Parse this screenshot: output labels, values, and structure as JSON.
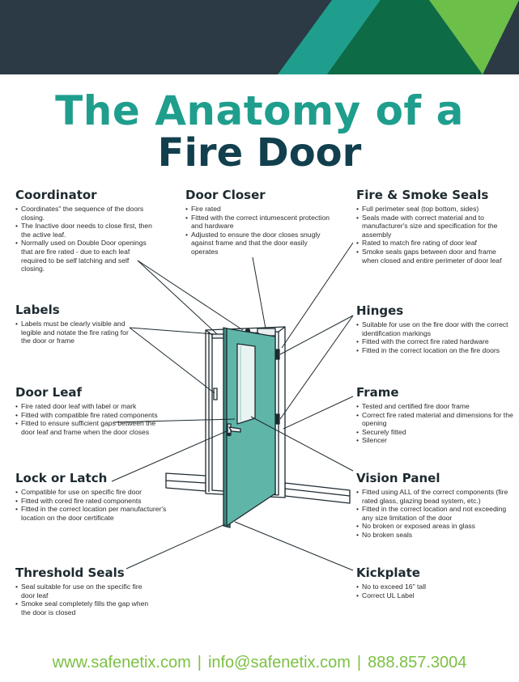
{
  "colors": {
    "teal": "#1f9e8d",
    "navy": "#123f4d",
    "green": "#7cc043",
    "header": "#2b3a44",
    "door": "#5fb5a8"
  },
  "title": {
    "line1": "The Anatomy of a",
    "line2": "Fire Door"
  },
  "sections": {
    "coordinator": {
      "heading": "Coordinator",
      "items": [
        "Coordinates\" the sequence of the doors closing.",
        "The Inactive door needs to close first, then the active leaf.",
        "Normally used on Double Door openings that are fire rated - due to each leaf required to be self latching and self closing."
      ]
    },
    "door_closer": {
      "heading": "Door Closer",
      "items": [
        "Fire rated",
        "Fitted with the correct intumescent protection and hardware",
        "Adjusted to ensure the door closes snugly against frame and that the door easily operates"
      ]
    },
    "fire_smoke_seals": {
      "heading": "Fire & Smoke Seals",
      "items": [
        "Full perimeter seal (top bottom, sides)",
        "Seals made with correct material and to manufacturer's size and specification for the assembly",
        "Rated to match fire rating of door leaf",
        "Smoke seals gaps between door and frame when closed and entire perimeter of door leaf"
      ]
    },
    "labels": {
      "heading": "Labels",
      "items": [
        "Labels must be clearly visible and legible and notate the fire rating for the door or frame"
      ]
    },
    "hinges": {
      "heading": "Hinges",
      "items": [
        "Suitable for use on the fire door with the correct identification markings",
        "Fitted with the correct fire rated hardware",
        "Fitted in the correct location on the fire doors"
      ]
    },
    "door_leaf": {
      "heading": "Door Leaf",
      "items": [
        "Fire rated door leaf with label or mark",
        "Fitted with compatible fire rated components",
        "Fitted to ensure sufficient gaps between the door leaf and frame when the door closes"
      ]
    },
    "frame": {
      "heading": "Frame",
      "items": [
        "Tested and certified fire door frame",
        "Correct fire rated material and dimensions for the opening",
        "Securely fitted",
        "Silencer"
      ]
    },
    "lock_latch": {
      "heading": "Lock or Latch",
      "items": [
        "Compatible for use on specific fire door",
        "Fitted with cored fire rated components",
        "Fitted in the correct location per manufacturer's location on the door certificate"
      ]
    },
    "vision_panel": {
      "heading": "Vision Panel",
      "items": [
        "Fitted using ALL of the correct components (fire rated glass, glazing bead system, etc.)",
        "Fitted in the correct location and not exceeding any size limitation of the door",
        "No broken or exposed areas in glass",
        "No broken seals"
      ]
    },
    "threshold_seals": {
      "heading": "Threshold Seals",
      "items": [
        "Seal suitable for use on the specific fire door leaf",
        "Smoke seal completely fills the gap when the door is closed"
      ]
    },
    "kickplate": {
      "heading": "Kickplate",
      "items": [
        "No to exceed 16\" tall",
        "Correct UL Label"
      ]
    }
  },
  "footer": {
    "website": "www.safenetix.com",
    "email": "info@safenetix.com",
    "phone": "888.857.3004",
    "separator": "|"
  }
}
